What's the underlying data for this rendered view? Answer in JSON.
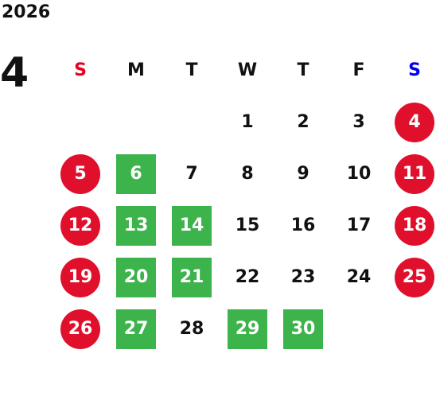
{
  "calendar": {
    "year": "2026",
    "month": "4",
    "weekdays": [
      "S",
      "M",
      "T",
      "W",
      "T",
      "F",
      "S"
    ],
    "colors": {
      "sunday_header": "#e8001e",
      "saturday_header": "#0000ee",
      "holiday_circle": "#e0102c",
      "highlight_square": "#3cb44b"
    },
    "days": [
      {
        "label": "",
        "style": "blank"
      },
      {
        "label": "",
        "style": "blank"
      },
      {
        "label": "",
        "style": "blank"
      },
      {
        "label": "1",
        "style": "plain"
      },
      {
        "label": "2",
        "style": "plain"
      },
      {
        "label": "3",
        "style": "plain"
      },
      {
        "label": "4",
        "style": "red"
      },
      {
        "label": "5",
        "style": "red"
      },
      {
        "label": "6",
        "style": "green"
      },
      {
        "label": "7",
        "style": "plain"
      },
      {
        "label": "8",
        "style": "plain"
      },
      {
        "label": "9",
        "style": "plain"
      },
      {
        "label": "10",
        "style": "plain"
      },
      {
        "label": "11",
        "style": "red"
      },
      {
        "label": "12",
        "style": "red"
      },
      {
        "label": "13",
        "style": "green"
      },
      {
        "label": "14",
        "style": "green"
      },
      {
        "label": "15",
        "style": "plain"
      },
      {
        "label": "16",
        "style": "plain"
      },
      {
        "label": "17",
        "style": "plain"
      },
      {
        "label": "18",
        "style": "red"
      },
      {
        "label": "19",
        "style": "red"
      },
      {
        "label": "20",
        "style": "green"
      },
      {
        "label": "21",
        "style": "green"
      },
      {
        "label": "22",
        "style": "plain"
      },
      {
        "label": "23",
        "style": "plain"
      },
      {
        "label": "24",
        "style": "plain"
      },
      {
        "label": "25",
        "style": "red"
      },
      {
        "label": "26",
        "style": "red"
      },
      {
        "label": "27",
        "style": "green"
      },
      {
        "label": "28",
        "style": "plain"
      },
      {
        "label": "29",
        "style": "green"
      },
      {
        "label": "30",
        "style": "green"
      },
      {
        "label": "",
        "style": "blank"
      },
      {
        "label": "",
        "style": "blank"
      }
    ]
  }
}
